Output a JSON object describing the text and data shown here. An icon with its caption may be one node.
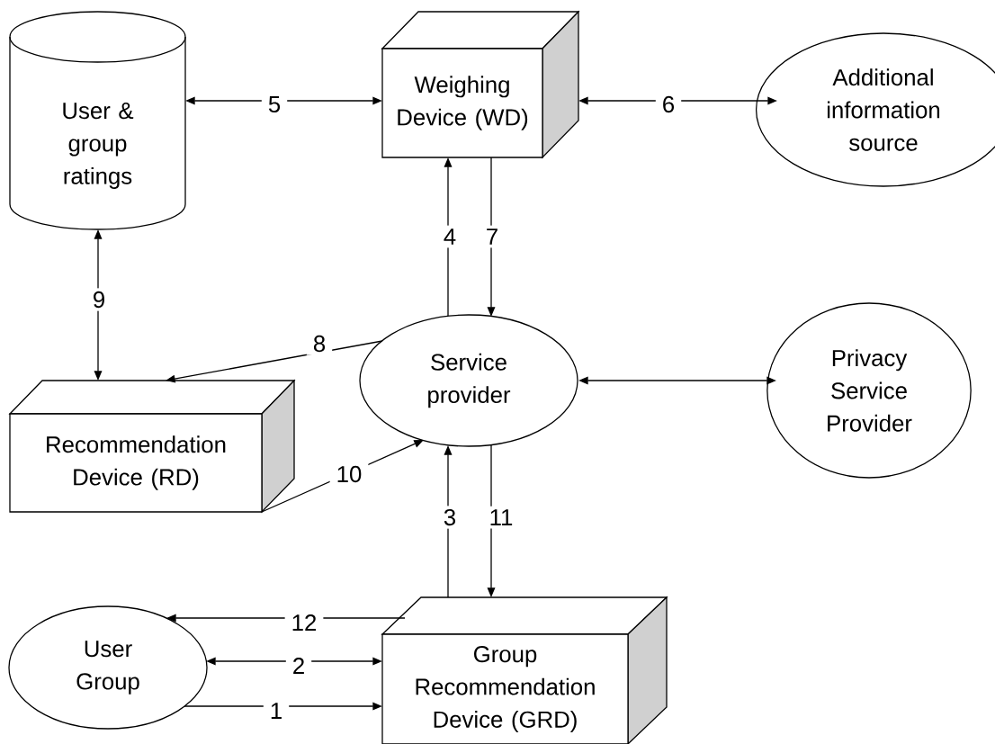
{
  "diagram": {
    "nodes": [
      {
        "text": [
          "User & group ratings"
        ]
      },
      {
        "text": [
          "Weighing Device (WD)"
        ]
      },
      {
        "text": [
          "Additional information source"
        ]
      },
      {
        "text": [
          "Service provider"
        ]
      },
      {
        "text": [
          "Privacy Service Provider"
        ]
      },
      {
        "text": [
          "Recommendation Device (RD)"
        ]
      },
      {
        "text": [
          "User Group"
        ]
      },
      {
        "text": [
          "Group Recommendation Device (GRD)"
        ]
      }
    ],
    "edges": [
      {
        "from": 0,
        "to": 1,
        "arrow": "both",
        "label": "5"
      },
      {
        "from": 1,
        "to": 2,
        "arrow": "both",
        "label": "6"
      },
      {
        "from": 3,
        "to": 1,
        "arrow": "to",
        "label": "4"
      },
      {
        "from": 1,
        "to": 3,
        "arrow": "to",
        "label": "7"
      },
      {
        "from": 0,
        "to": 5,
        "arrow": "both",
        "label": "9"
      },
      {
        "from": 3,
        "to": 5,
        "arrow": "to",
        "label": "8"
      },
      {
        "from": 5,
        "to": 3,
        "arrow": "to",
        "label": "10"
      },
      {
        "from": 3,
        "to": 4,
        "arrow": "both"
      },
      {
        "from": 7,
        "to": 3,
        "arrow": "to",
        "label": "3"
      },
      {
        "from": 3,
        "to": 7,
        "arrow": "to",
        "label": "11"
      },
      {
        "from": 7,
        "to": 6,
        "arrow": "to",
        "label": "12"
      },
      {
        "from": 6,
        "to": 7,
        "arrow": "both",
        "label": "2"
      },
      {
        "from": 6,
        "to": 7,
        "arrow": "to",
        "label": "1"
      }
    ]
  }
}
